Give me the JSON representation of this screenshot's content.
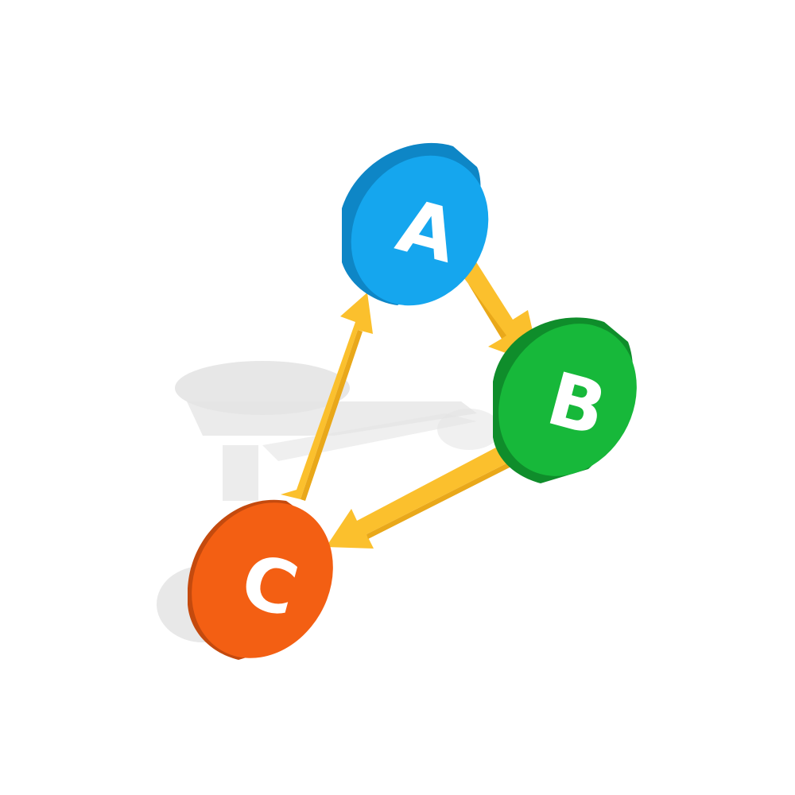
{
  "diagram": {
    "nodes": [
      {
        "id": "a",
        "label": "A",
        "color": "#15a6ee"
      },
      {
        "id": "b",
        "label": "B",
        "color": "#17b83a"
      },
      {
        "id": "c",
        "label": "C",
        "color": "#f35f13"
      }
    ],
    "edges": [
      {
        "from": "A",
        "to": "B"
      },
      {
        "from": "B",
        "to": "C"
      },
      {
        "from": "C",
        "to": "A"
      }
    ],
    "arrow_color": "#fbc02d"
  },
  "stock_id": "#115751917"
}
